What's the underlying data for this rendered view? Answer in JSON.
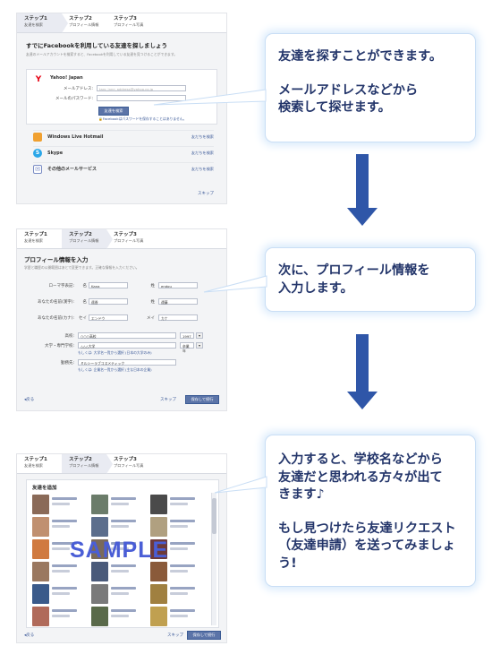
{
  "panel1": {
    "steps": [
      {
        "title": "ステップ1",
        "sub": "友達を検索"
      },
      {
        "title": "ステップ2",
        "sub": "プロフィール情報"
      },
      {
        "title": "ステップ3",
        "sub": "プロフィール写真"
      }
    ],
    "heading": "すでにFacebookを利用している友達を探しましょう",
    "intro": "友達のメールアカウントを検索すると、Facebookを利用している友達を見つけることができます。",
    "yahoo_label": "Yahoo! Japan",
    "email_label": "メールアドレス:",
    "email_value": "taro_jnnn_address@yahoo.co.jp",
    "password_label": "メールのパスワード:",
    "search_button": "友達を検索",
    "note": "Facebookはパスワードを保存することはありません。",
    "services": [
      {
        "name": "Windows Live Hotmail",
        "action": "友だちを検索",
        "color": "#f0a030",
        "glyph": "✉"
      },
      {
        "name": "Skype",
        "action": "友だちを検索",
        "color": "#2aa6e8",
        "glyph": "S"
      },
      {
        "name": "その他のメールサービス",
        "action": "友だちを検索",
        "color": "#7a8cc4",
        "glyph": "✉"
      }
    ],
    "skip": "スキップ"
  },
  "panel2": {
    "steps": [
      {
        "title": "ステップ1",
        "sub": "友達を検索"
      },
      {
        "title": "ステップ2",
        "sub": "プロフィール情報"
      },
      {
        "title": "ステップ3",
        "sub": "プロフィール写真"
      }
    ],
    "heading": "プロフィール情報を入力",
    "intro": "学歴と職歴の公開範囲はあとで変更できます。正確な情報を入力ください。",
    "romaji_label": "ローマ字表記:",
    "romaji_first_prefix": "名",
    "romaji_first": "Kana",
    "romaji_last_prefix": "姓",
    "romaji_last": "endou",
    "kanji_label": "あなたの名前(漢字):",
    "kanji_first_prefix": "名",
    "kanji_first": "遥香",
    "kanji_last_prefix": "姓",
    "kanji_last": "遠藤",
    "kana_label": "あなたの名前(カナ):",
    "kana_first_prefix": "セイ",
    "kana_first": "エンドウ",
    "kana_last_prefix": "メイ",
    "kana_last": "カナ",
    "school_label": "高校:",
    "school_value": "○○○高校",
    "school_year": "1997",
    "univ_label": "大学・専門学校:",
    "univ_value": "△△△大学",
    "univ_year": "卒業年",
    "univ_hint": "もしくは: 大学名一覧から選択 (日本の大学のみ)",
    "employer_label": "勤務先:",
    "employer_value": "ミルシーラブコスメティック",
    "employer_hint": "もしくは: 企業名一覧から選択 (主な日本の企業)",
    "back": "◂戻る",
    "skip": "スキップ",
    "save": "保存して続行"
  },
  "panel3": {
    "steps": [
      {
        "title": "ステップ1",
        "sub": "友達を検索"
      },
      {
        "title": "ステップ2",
        "sub": "プロフィール情報"
      },
      {
        "title": "ステップ3",
        "sub": "プロフィール写真"
      }
    ],
    "heading": "友達を追加",
    "sample": "SAMPLE",
    "back": "◂戻る",
    "skip": "スキップ",
    "save": "保存して続行"
  },
  "callouts": [
    {
      "lines": [
        "友達を探すことができます。",
        "",
        "メールアドレスなどから",
        "検索して探せます。"
      ]
    },
    {
      "lines": [
        "次に、プロフィール情報を",
        "入力します。"
      ]
    },
    {
      "lines": [
        "入力すると、学校名などから",
        "友達だと思われる方々が出て",
        "きます♪",
        "",
        "もし見つけたら友達リクエスト",
        "（友達申請）を送ってみましょう!"
      ]
    }
  ]
}
